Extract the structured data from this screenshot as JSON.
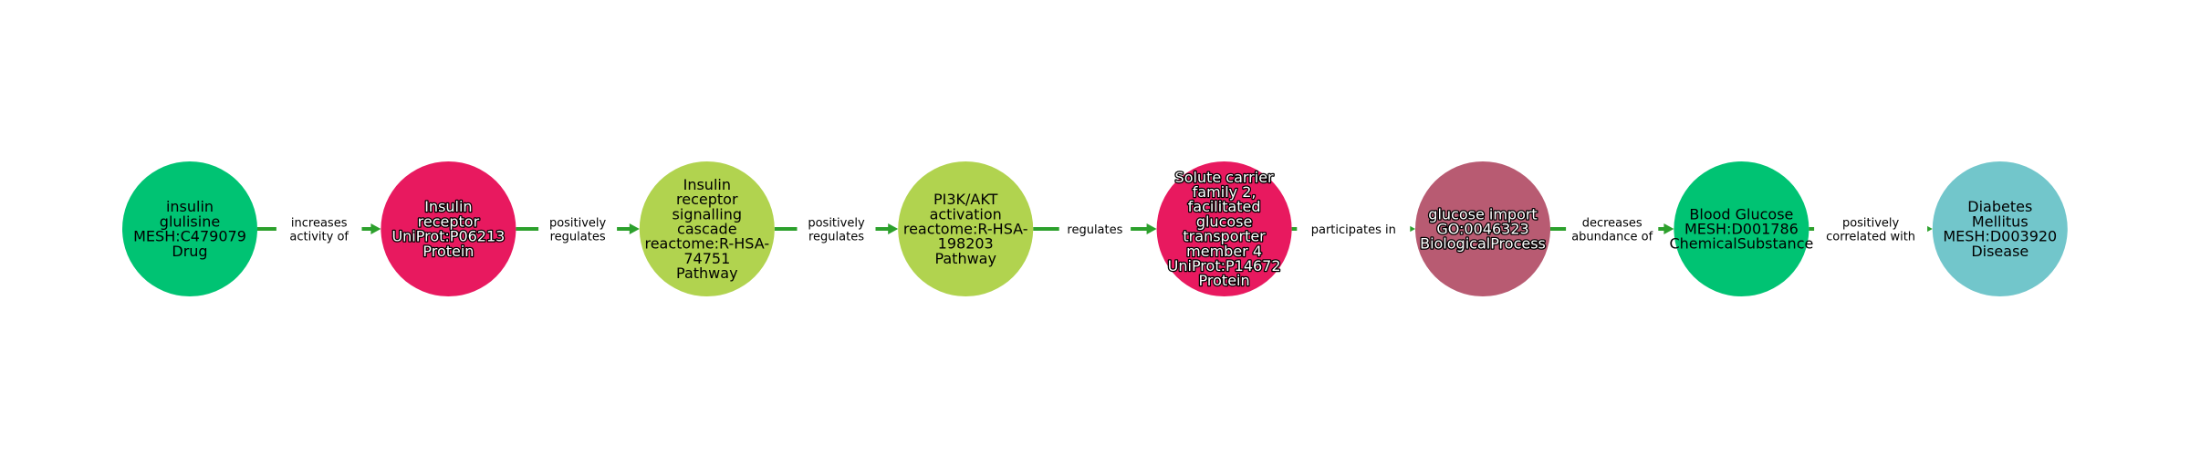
{
  "graph": {
    "colors": {
      "edge": "#2ca02c",
      "Drug": "#00c373",
      "Protein": "#e8195f",
      "Pathway": "#b1d34f",
      "BiologicalProcess": "#b85b72",
      "ChemicalSubstance": "#00c373",
      "Disease": "#72c6cb"
    },
    "nodes": [
      {
        "lines": [
          "insulin",
          "glulisine",
          "MESH:C479079",
          "Drug"
        ],
        "type": "Drug",
        "outlined": false
      },
      {
        "lines": [
          "Insulin",
          "receptor",
          "UniProt:P06213",
          "Protein"
        ],
        "type": "Protein",
        "outlined": true
      },
      {
        "lines": [
          "Insulin",
          "receptor",
          "signalling",
          "cascade",
          "reactome:R-HSA-",
          "74751",
          "Pathway"
        ],
        "type": "Pathway",
        "outlined": false
      },
      {
        "lines": [
          "PI3K/AKT",
          "activation",
          "reactome:R-HSA-",
          "198203",
          "Pathway"
        ],
        "type": "Pathway",
        "outlined": false
      },
      {
        "lines": [
          "Solute carrier",
          "family 2,",
          "facilitated",
          "glucose",
          "transporter",
          "member 4",
          "UniProt:P14672",
          "Protein"
        ],
        "type": "Protein",
        "outlined": true
      },
      {
        "lines": [
          "glucose import",
          "GO:0046323",
          "BiologicalProcess"
        ],
        "type": "BiologicalProcess",
        "outlined": true
      },
      {
        "lines": [
          "Blood Glucose",
          "MESH:D001786",
          "ChemicalSubstance"
        ],
        "type": "ChemicalSubstance",
        "outlined": false
      },
      {
        "lines": [
          "Diabetes",
          "Mellitus",
          "MESH:D003920",
          "Disease"
        ],
        "type": "Disease",
        "outlined": false
      }
    ],
    "edges": [
      {
        "from": 0,
        "to": 1,
        "lines": [
          "increases",
          "activity of"
        ]
      },
      {
        "from": 1,
        "to": 2,
        "lines": [
          "positively",
          "regulates"
        ]
      },
      {
        "from": 2,
        "to": 3,
        "lines": [
          "positively",
          "regulates"
        ]
      },
      {
        "from": 3,
        "to": 4,
        "lines": [
          "regulates"
        ]
      },
      {
        "from": 4,
        "to": 5,
        "lines": [
          "participates in"
        ]
      },
      {
        "from": 5,
        "to": 6,
        "lines": [
          "decreases",
          "abundance of"
        ]
      },
      {
        "from": 6,
        "to": 7,
        "lines": [
          "positively",
          "correlated with"
        ]
      }
    ]
  }
}
